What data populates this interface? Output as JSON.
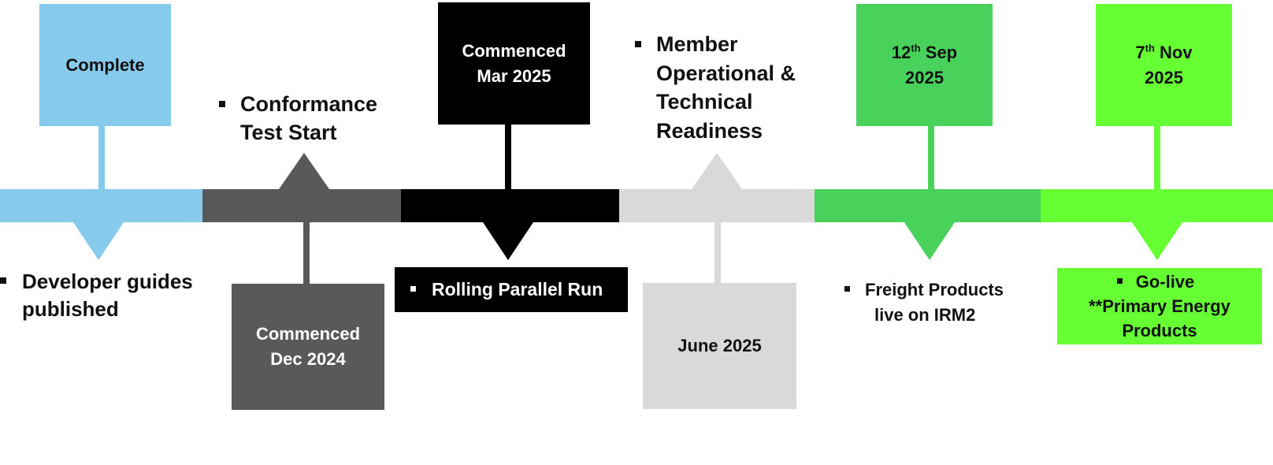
{
  "colors": {
    "stage1": "#86cbeb",
    "stage2": "#595959",
    "stage3": "#000000",
    "stage4": "#d9d9d9",
    "stage5": "#48d25c",
    "stage6": "#66ff33"
  },
  "stage1": {
    "status": "Complete",
    "milestone": "Developer guides published"
  },
  "stage2": {
    "milestone": "Conformance Test Start",
    "status_line1": "Commenced",
    "status_line2": "Dec 2024"
  },
  "stage3": {
    "status_line1": "Commenced",
    "status_line2": "Mar 2025",
    "milestone": "Rolling Parallel Run"
  },
  "stage4": {
    "milestone_line1": "Member",
    "milestone_line2": "Operational &",
    "milestone_line3": "Technical",
    "milestone_line4": "Readiness",
    "status": "June 2025"
  },
  "stage5": {
    "date_day": "12",
    "date_suffix": "th",
    "date_month": "Sep",
    "date_year": "2025",
    "milestone_line1": "Freight Products",
    "milestone_line2": "live on IRM2"
  },
  "stage6": {
    "date_day": "7",
    "date_suffix": "th",
    "date_month": "Nov",
    "date_year": "2025",
    "milestone_line1": "Go-live",
    "milestone_line2": "**Primary Energy",
    "milestone_line3": "Products"
  }
}
